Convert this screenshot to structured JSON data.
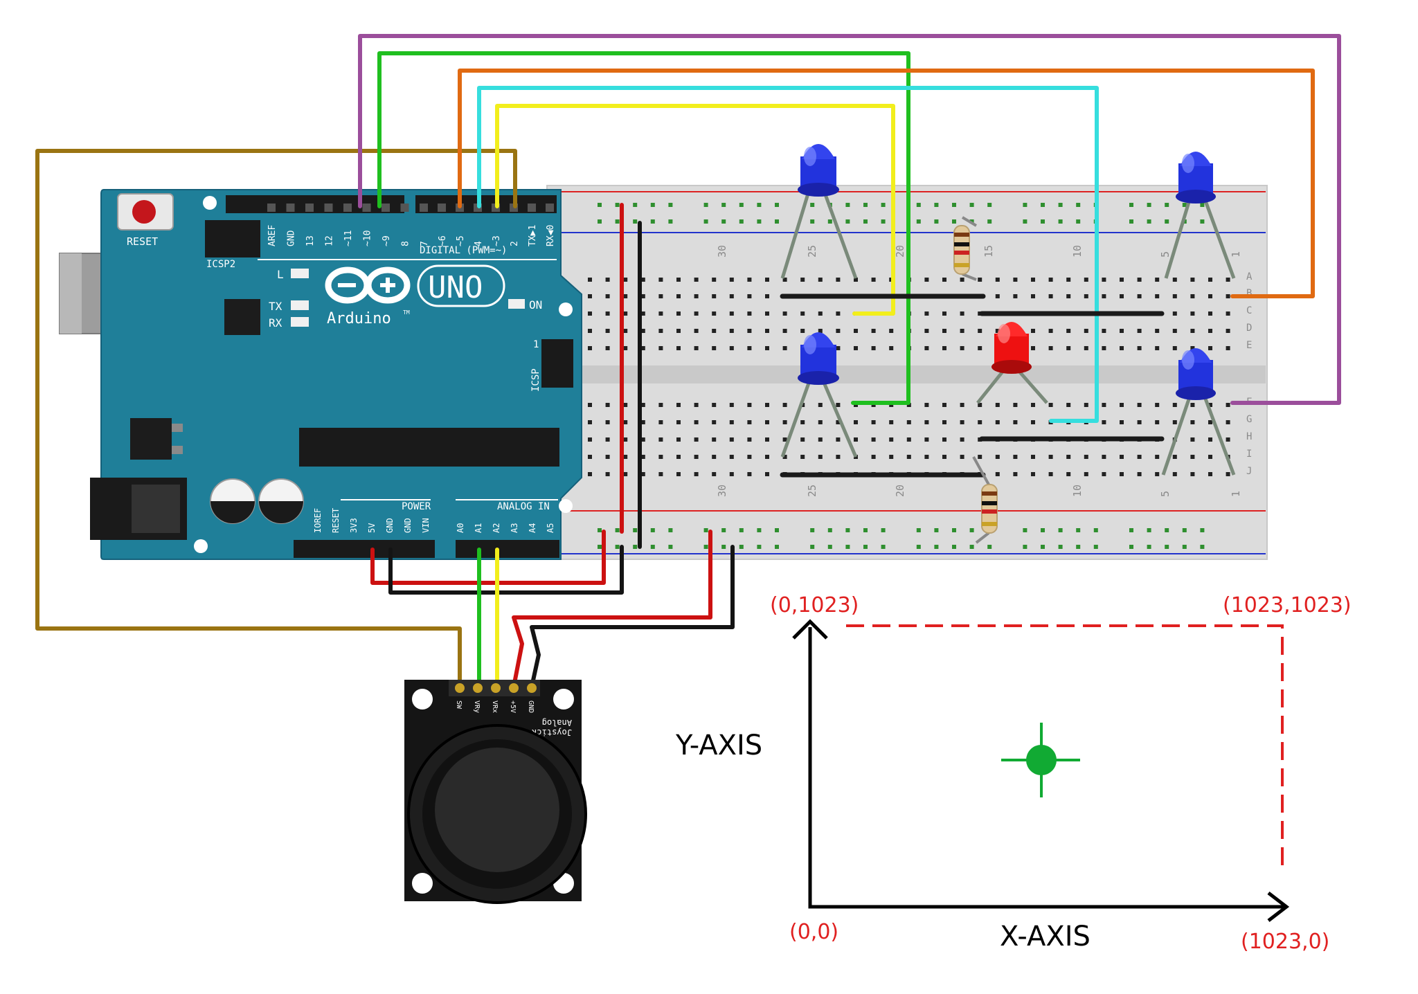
{
  "board": {
    "brand": "Arduino",
    "model": "UNO",
    "trademark": "TM",
    "reset_label": "RESET",
    "icsp2_label": "ICSP2",
    "icsp_label": "ICSP",
    "icsp_pin1": "1",
    "led_l": "L",
    "led_tx": "TX",
    "led_rx": "RX",
    "on_label": "ON",
    "digital_label": "DIGITAL (PWM=~)",
    "power_label": "POWER",
    "analog_label": "ANALOG IN",
    "top_header_left": [
      "AREF",
      "GND",
      "13",
      "12",
      "~11",
      "~10",
      "~9",
      "8"
    ],
    "top_header_right": [
      "7",
      "~6",
      "~5",
      "4",
      "~3",
      "2",
      "TX▶1",
      "RX◀0"
    ],
    "power_pins": [
      "IOREF",
      "RESET",
      "3V3",
      "5V",
      "GND",
      "GND",
      "VIN"
    ],
    "analog_pins": [
      "A0",
      "A1",
      "A2",
      "A3",
      "A4",
      "A5"
    ]
  },
  "breadboard": {
    "column_numbers": [
      "30",
      "25",
      "20",
      "15",
      "10",
      "5",
      "1"
    ],
    "row_letters_top": [
      "A",
      "B",
      "C",
      "D",
      "E"
    ],
    "row_letters_bottom": [
      "F",
      "G",
      "H",
      "I",
      "J"
    ]
  },
  "joystick": {
    "pin_labels": [
      "SW",
      "VRy",
      "VRx",
      "+5V",
      "GND"
    ],
    "module_label_line1": "Analog",
    "module_label_line2": "Joystick"
  },
  "axes": {
    "y_label": "Y-AXIS",
    "x_label": "X-AXIS",
    "origin": "(0,0)",
    "top_left": "(0,1023)",
    "top_right": "(1023,1023)",
    "bottom_right": "(1023,0)"
  },
  "colors": {
    "board": "#1f7f99",
    "wire_purple": "#9b4e9b",
    "wire_green": "#1fbf1f",
    "wire_orange": "#e06a12",
    "wire_cyan": "#36dede",
    "wire_yellow": "#f2ee1c",
    "wire_brown": "#9a7412",
    "wire_red": "#cc1111",
    "wire_black": "#141414",
    "led_blue": "#2233dd",
    "led_red": "#ee1111",
    "axis_dashed": "#e02020",
    "coord_text": "#e02020",
    "cursor": "#11aa33"
  }
}
